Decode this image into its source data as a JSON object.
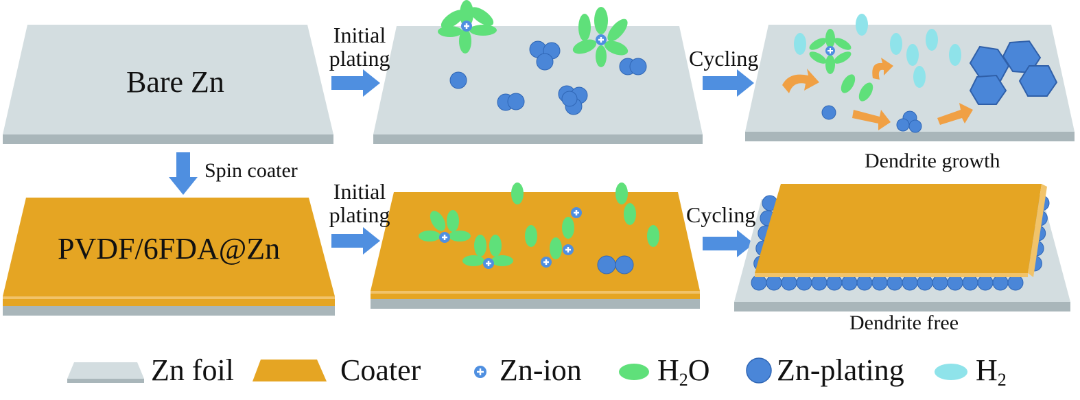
{
  "labels": {
    "bare_zn": "Bare Zn",
    "coated_zn": "PVDF/6FDA@Zn",
    "spin_coater": "Spin coater",
    "initial_plating_top": [
      "Initial",
      "plating"
    ],
    "initial_plating_bottom": [
      "Initial",
      "plating"
    ],
    "cycling_top": "Cycling",
    "cycling_bottom": "Cycling",
    "dendrite_growth": "Dendrite growth",
    "dendrite_free": "Dendrite free"
  },
  "legend": {
    "zn_foil": "Zn foil",
    "coater": "Coater",
    "zn_ion": "Zn-ion",
    "h2o_main": "H",
    "h2o_sub": "2",
    "h2o_tail": "O",
    "zn_plating": "Zn-plating",
    "h2_main": "H",
    "h2_sub": "2"
  },
  "colors": {
    "zn_foil_top": "#d3dde0",
    "zn_foil_side": "#a9b6ba",
    "coater": "#e5a523",
    "coater_edge": "#f1c36a",
    "arrow": "#4f8fe0",
    "zn_plating": "#4a86d8",
    "h2o": "#5fe07a",
    "h2": "#8fe3ea",
    "reaction_arrow": "#f0a044"
  }
}
